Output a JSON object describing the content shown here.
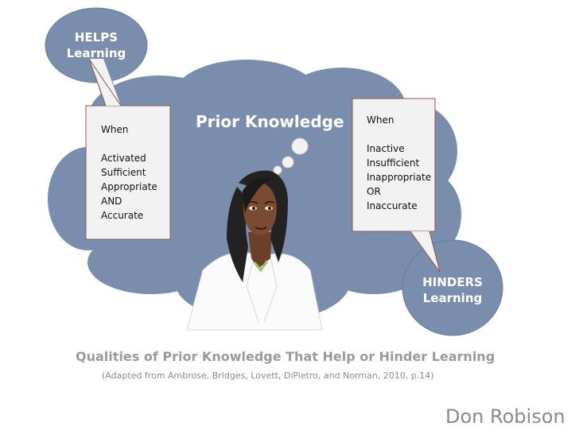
{
  "diagram": {
    "main_title": "Prior Knowledge",
    "helps_bubble": {
      "line1": "HELPS",
      "line2": "Learning"
    },
    "hinders_bubble": {
      "line1": "HINDERS",
      "line2": "Learning"
    },
    "helps_box": {
      "header": "When",
      "items": [
        "Activated",
        "Sufficient",
        "Appropriate",
        "AND",
        "Accurate"
      ]
    },
    "hinders_box": {
      "header": "When",
      "items": [
        "Inactive",
        "Insufficient",
        "Inappropriate",
        "OR",
        "Inaccurate"
      ]
    },
    "caption": "Qualities of Prior Knowledge That Help or Hinder Learning",
    "citation": "(Adapted from Ambrose, Bridges, Lovett, DiPietro, and Norman, 2010, p.14)",
    "author": "Don Robison"
  },
  "colors": {
    "cloud": "#7b8dad",
    "cloud_edge": "#6a7c9c",
    "box_fill": "#f2f2f2",
    "box_border": "#8a5a4a",
    "caption_text": "#9a9a9a"
  }
}
